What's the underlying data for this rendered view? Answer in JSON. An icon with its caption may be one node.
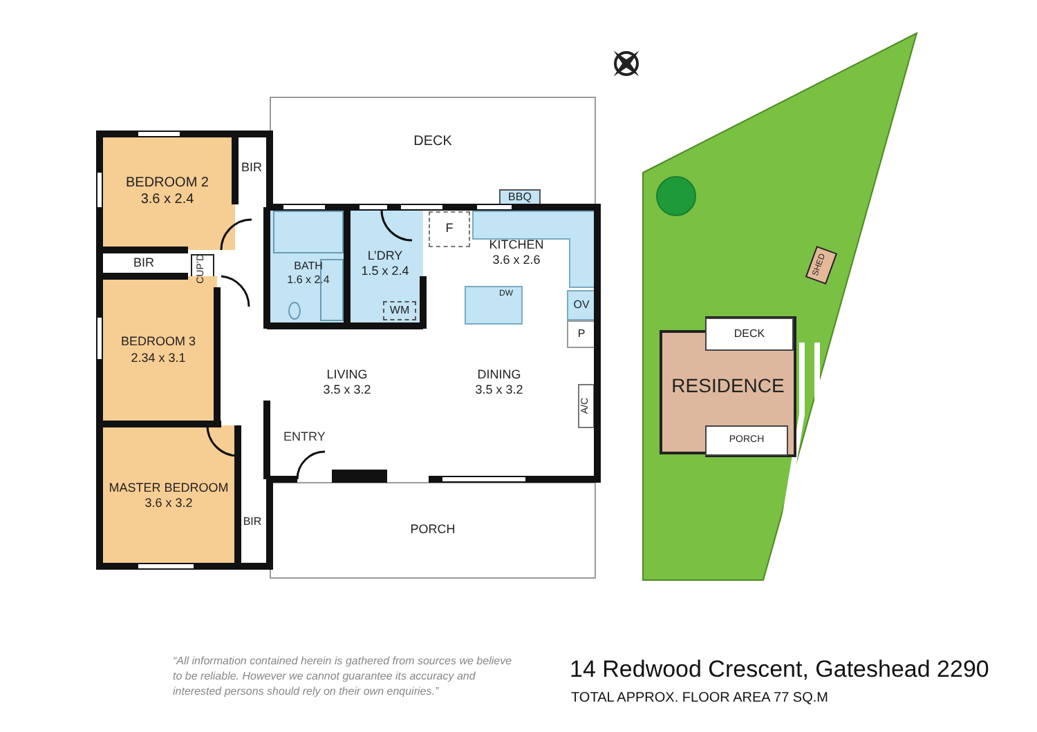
{
  "diagram": {
    "title": "14 Redwood Crescent, Gateshead 2290",
    "nodes": [
      {
        "text": [
          "DECK"
        ]
      },
      {
        "text": [
          "BBQ"
        ],
        "in": 0
      },
      {
        "text": [
          "BEDROOM 2",
          "3.6 x 2.4"
        ]
      },
      {
        "text": [
          "BIR"
        ]
      },
      {
        "text": [
          "BATH",
          "1.6 x 2.4"
        ]
      },
      {
        "text": [
          "L’DRY",
          "1.5 x 2.4"
        ]
      },
      {
        "text": [
          "WM"
        ],
        "in": 5
      },
      {
        "text": [
          "KITCHEN",
          "3.6 x 2.6"
        ]
      },
      {
        "text": [
          "F"
        ],
        "in": 7
      },
      {
        "text": [
          "DW"
        ],
        "in": 7
      },
      {
        "text": [
          "OV"
        ],
        "in": 7
      },
      {
        "text": [
          "P"
        ],
        "in": 7
      },
      {
        "text": [
          "BIR"
        ]
      },
      {
        "text": [
          "CUP’D"
        ]
      },
      {
        "text": [
          "BEDROOM 3",
          "2.34 x 3.1"
        ]
      },
      {
        "text": [
          "LIVING",
          "3.5 x 3.2"
        ]
      },
      {
        "text": [
          "DINING",
          "3.5 x 3.2"
        ]
      },
      {
        "text": [
          "A/C"
        ]
      },
      {
        "text": [
          "MASTER BEDROOM",
          "3.6 x 3.2"
        ]
      },
      {
        "text": [
          "BIR"
        ]
      },
      {
        "text": [
          "PORCH"
        ]
      },
      {
        "text": [
          "SHED"
        ]
      },
      {
        "text": [
          "DECK"
        ],
        "in": 23
      },
      {
        "text": [
          "RESIDENCE"
        ]
      },
      {
        "text": [
          "PORCH"
        ],
        "in": 23
      }
    ],
    "labels": [
      "ENTRY",
      "TOTAL APPROX. FLOOR AREA 77 SQ.M",
      "“All information contained herein is gathered from sources we believe to be reliable. However we cannot guarantee its accuracy and interested persons should rely on their own enquiries.”"
    ]
  }
}
